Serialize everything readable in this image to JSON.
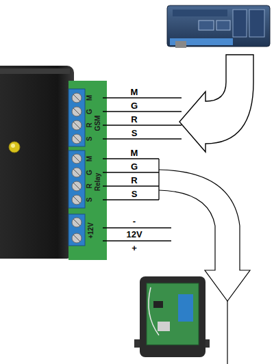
{
  "diagram": {
    "labels": [
      "M",
      "G",
      "R",
      "S",
      "M",
      "G",
      "R",
      "S",
      "-",
      "12V",
      "+",
      "S",
      "R",
      "G",
      "M",
      "GSM",
      "S",
      "R",
      "G",
      "M",
      "Relay",
      "+12V"
    ]
  }
}
